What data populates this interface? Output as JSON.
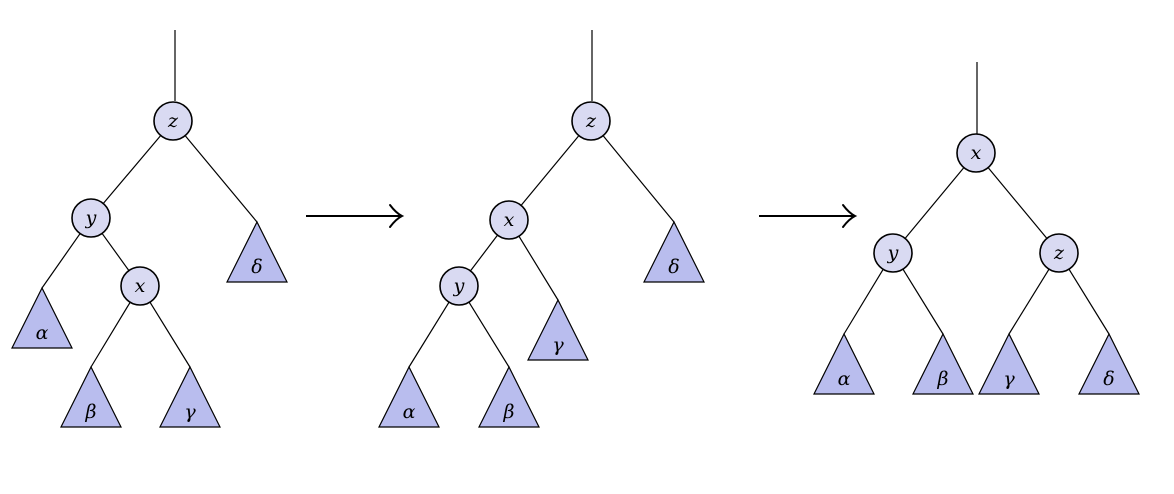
{
  "colors": {
    "node_fill": "#d9daf2",
    "subtree_fill": "#b9bdee",
    "stroke": "#000000"
  },
  "trees": [
    {
      "nodes": [
        {
          "id": "z",
          "label": "z"
        },
        {
          "id": "y",
          "label": "y"
        },
        {
          "id": "x",
          "label": "x"
        }
      ],
      "subtrees": [
        {
          "id": "alpha",
          "label": "α"
        },
        {
          "id": "beta",
          "label": "β"
        },
        {
          "id": "gamma",
          "label": "γ"
        },
        {
          "id": "delta",
          "label": "δ"
        }
      ],
      "edges": [
        [
          "z",
          "y"
        ],
        [
          "z",
          "delta"
        ],
        [
          "y",
          "alpha"
        ],
        [
          "y",
          "x"
        ],
        [
          "x",
          "beta"
        ],
        [
          "x",
          "gamma"
        ]
      ]
    },
    {
      "nodes": [
        {
          "id": "z",
          "label": "z"
        },
        {
          "id": "x",
          "label": "x"
        },
        {
          "id": "y",
          "label": "y"
        }
      ],
      "subtrees": [
        {
          "id": "alpha",
          "label": "α"
        },
        {
          "id": "beta",
          "label": "β"
        },
        {
          "id": "gamma",
          "label": "γ"
        },
        {
          "id": "delta",
          "label": "δ"
        }
      ],
      "edges": [
        [
          "z",
          "x"
        ],
        [
          "z",
          "delta"
        ],
        [
          "x",
          "y"
        ],
        [
          "x",
          "gamma"
        ],
        [
          "y",
          "alpha"
        ],
        [
          "y",
          "beta"
        ]
      ]
    },
    {
      "nodes": [
        {
          "id": "x",
          "label": "x"
        },
        {
          "id": "y",
          "label": "y"
        },
        {
          "id": "z",
          "label": "z"
        }
      ],
      "subtrees": [
        {
          "id": "alpha",
          "label": "α"
        },
        {
          "id": "beta",
          "label": "β"
        },
        {
          "id": "gamma",
          "label": "γ"
        },
        {
          "id": "delta",
          "label": "δ"
        }
      ],
      "edges": [
        [
          "x",
          "y"
        ],
        [
          "x",
          "z"
        ],
        [
          "y",
          "alpha"
        ],
        [
          "y",
          "beta"
        ],
        [
          "z",
          "gamma"
        ],
        [
          "z",
          "delta"
        ]
      ]
    }
  ],
  "arrows": 2
}
